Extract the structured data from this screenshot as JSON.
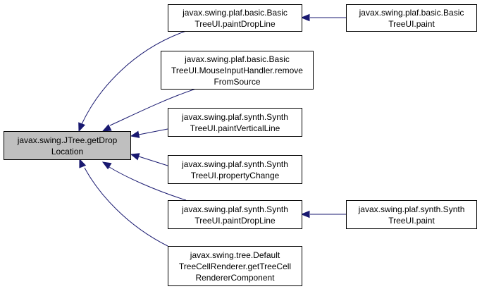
{
  "nodes": {
    "root": {
      "lines": [
        "javax.swing.JTree.getDrop",
        "Location"
      ]
    },
    "basic_paintDropLine": {
      "lines": [
        "javax.swing.plaf.basic.Basic",
        "TreeUI.paintDropLine"
      ]
    },
    "basic_paint": {
      "lines": [
        "javax.swing.plaf.basic.Basic",
        "TreeUI.paint"
      ]
    },
    "basic_mouseInput": {
      "lines": [
        "javax.swing.plaf.basic.Basic",
        "TreeUI.MouseInputHandler.remove",
        "FromSource"
      ]
    },
    "synth_paintVerticalLine": {
      "lines": [
        "javax.swing.plaf.synth.Synth",
        "TreeUI.paintVerticalLine"
      ]
    },
    "synth_propertyChange": {
      "lines": [
        "javax.swing.plaf.synth.Synth",
        "TreeUI.propertyChange"
      ]
    },
    "synth_paintDropLine": {
      "lines": [
        "javax.swing.plaf.synth.Synth",
        "TreeUI.paintDropLine"
      ]
    },
    "synth_paint": {
      "lines": [
        "javax.swing.plaf.synth.Synth",
        "TreeUI.paint"
      ]
    },
    "tree_renderer": {
      "lines": [
        "javax.swing.tree.Default",
        "TreeCellRenderer.getTreeCell",
        "RendererComponent"
      ]
    }
  },
  "edges": [
    [
      "basic_paintDropLine",
      "root"
    ],
    [
      "basic_mouseInput",
      "root"
    ],
    [
      "synth_paintVerticalLine",
      "root"
    ],
    [
      "synth_propertyChange",
      "root"
    ],
    [
      "synth_paintDropLine",
      "root"
    ],
    [
      "tree_renderer",
      "root"
    ],
    [
      "basic_paint",
      "basic_paintDropLine"
    ],
    [
      "synth_paint",
      "synth_paintDropLine"
    ]
  ],
  "colors": {
    "edge": "#191970",
    "root_fill": "#bfbfbf",
    "node_fill": "#ffffff",
    "border": "#000000"
  }
}
